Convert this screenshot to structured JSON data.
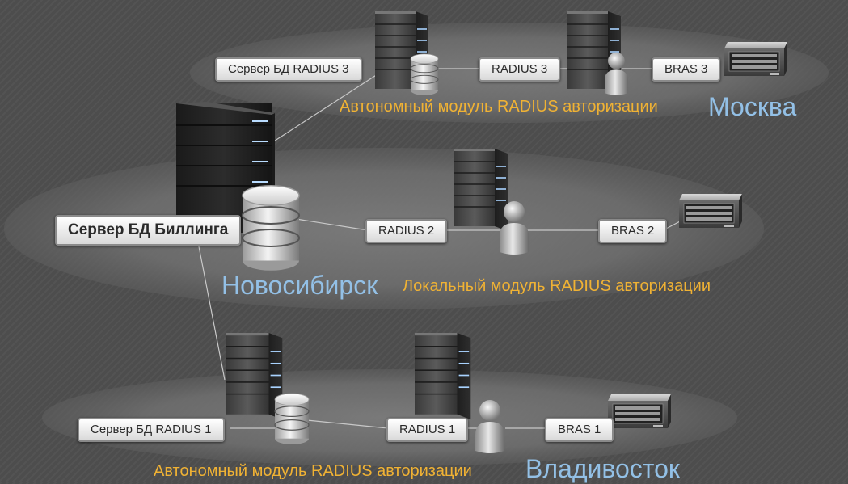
{
  "colors": {
    "city": "#93c0e6",
    "caption": "#f0b234",
    "label_bg": "#f2f2f2",
    "label_text": "#2a2a2a"
  },
  "labels": {
    "billing_db": "Сервер БД Биллинга",
    "db_radius3": "Сервер БД RADIUS 3",
    "radius3": "RADIUS 3",
    "bras3": "BRAS 3",
    "radius2": "RADIUS 2",
    "bras2": "BRAS 2",
    "db_radius1": "Сервер БД RADIUS 1",
    "radius1": "RADIUS 1",
    "bras1": "BRAS 1"
  },
  "captions": {
    "moscow_module": "Автономный модуль RADIUS авторизации",
    "novosibirsk_module": "Локальный модуль RADIUS авторизации",
    "vladivostok_module": "Автономный модуль RADIUS авторизации"
  },
  "cities": {
    "moscow": "Москва",
    "novosibirsk": "Новосибирск",
    "vladivostok": "Владивосток"
  },
  "icons": [
    "server-tower-icon",
    "database-icon",
    "user-icon",
    "bras-router-icon"
  ]
}
